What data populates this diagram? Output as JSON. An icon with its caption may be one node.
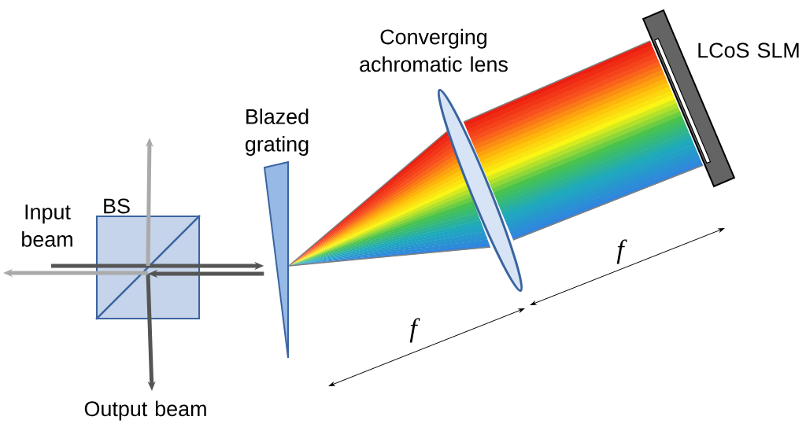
{
  "diagram": {
    "nodes": [
      {
        "text": [
          "BS"
        ]
      },
      {
        "text": [
          "Blazed grating"
        ]
      },
      {
        "text": [
          "Converging achromatic lens"
        ]
      },
      {
        "text": [
          "LCoS SLM"
        ]
      }
    ],
    "edges": [
      {
        "from": null,
        "to": 1,
        "arrow": "to"
      },
      {
        "from": 1,
        "to": 0,
        "arrow": "to"
      },
      {
        "from": 0,
        "to": null,
        "arrow": "to"
      },
      {
        "from": 0,
        "to": null,
        "arrow": "to",
        "color": "#aaaaaa"
      },
      {
        "from": 0,
        "to": null,
        "arrow": "to",
        "color": "#aaaaaa"
      }
    ],
    "labels": [
      "Input beam",
      "Output beam",
      "f",
      "f"
    ]
  }
}
